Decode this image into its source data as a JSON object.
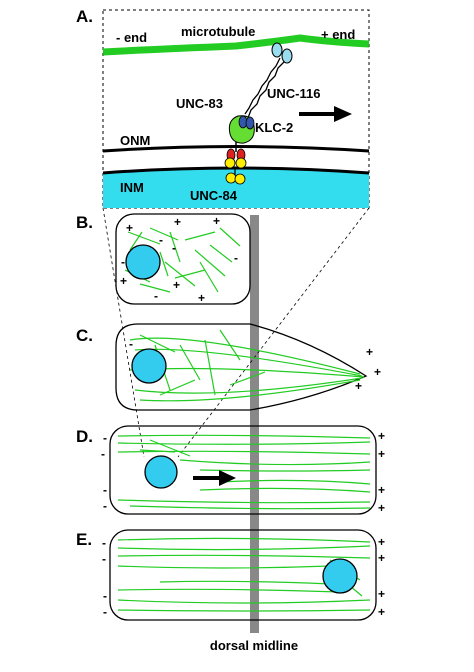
{
  "panel_a": {
    "label": "A.",
    "minus_end": "- end",
    "plus_end": "+ end",
    "microtubule": "microtubule",
    "unc116": "UNC-116",
    "unc83": "UNC-83",
    "klc2": "KLC-2",
    "onm": "ONM",
    "inm": "INM",
    "unc84": "UNC-84"
  },
  "panel_b": {
    "label": "B."
  },
  "panel_c": {
    "label": "C."
  },
  "panel_d": {
    "label": "D."
  },
  "panel_e": {
    "label": "E."
  },
  "symbols": {
    "plus": "+",
    "minus": "-"
  },
  "caption": "dorsal midline",
  "colors": {
    "microtubule": "#22cc22",
    "nucleus": "#33ccee",
    "inm_band": "#33ddee",
    "midline": "#888888",
    "unc83": "#66dd33",
    "unc116_head": "#99ddee",
    "klc2": "#3355aa",
    "unc84": "#ffee00",
    "sun_red": "#dd2222"
  }
}
